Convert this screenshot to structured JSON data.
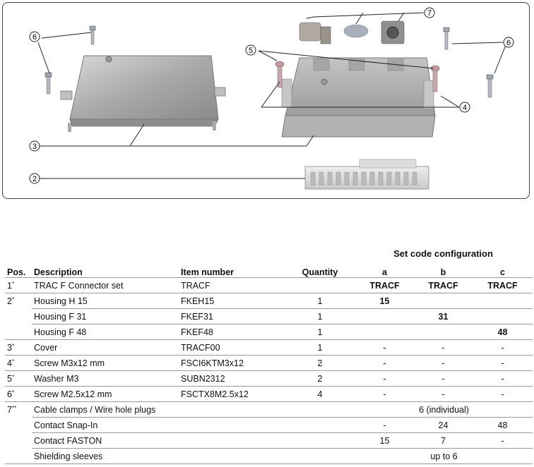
{
  "callouts": [
    "6",
    "5",
    "7",
    "6",
    "4",
    "3",
    "2"
  ],
  "set_header": "Set code configuration",
  "columns": [
    "Pos.",
    "Description",
    "Item number",
    "Quantity",
    "a",
    "b",
    "c"
  ],
  "rows": [
    {
      "pos": "1*",
      "desc": "TRAC F Connector set",
      "item": "TRACF",
      "qty": "",
      "a": "TRACF",
      "b": "TRACF",
      "c": "TRACF"
    },
    {
      "pos": "2*",
      "desc": "Housing H 15",
      "item": "FKEH15",
      "qty": "1",
      "a": "15",
      "b": "",
      "c": ""
    },
    {
      "pos": "",
      "desc": "Housing F 31",
      "item": "FKEF31",
      "qty": "1",
      "a": "",
      "b": "31",
      "c": ""
    },
    {
      "pos": "",
      "desc": "Housing F 48",
      "item": "FKEF48",
      "qty": "1",
      "a": "",
      "b": "",
      "c": "48"
    },
    {
      "pos": "3*",
      "desc": "Cover",
      "item": "TRACF00",
      "qty": "1",
      "a": "-",
      "b": "-",
      "c": "-"
    },
    {
      "pos": "4*",
      "desc": "Screw M3x12 mm",
      "item": "FSCI6KTM3x12",
      "qty": "2",
      "a": "-",
      "b": "-",
      "c": "-"
    },
    {
      "pos": "5*",
      "desc": "Washer M3",
      "item": "SUBN2312",
      "qty": "2",
      "a": "-",
      "b": "-",
      "c": "-"
    },
    {
      "pos": "6*",
      "desc": "Screw M2.5x12 mm",
      "item": "FSCTX8M2.5x12",
      "qty": "4",
      "a": "-",
      "b": "-",
      "c": "-"
    },
    {
      "pos": "7**",
      "desc": "Cable clamps / Wire hole plugs",
      "item": "",
      "qty": "",
      "span": "6 (individual)"
    },
    {
      "pos": "",
      "desc": "Contact Snap-In",
      "item": "",
      "qty": "",
      "a": "-",
      "b": "24",
      "c": "48"
    },
    {
      "pos": "",
      "desc": "Contact FASTON",
      "item": "",
      "qty": "",
      "a": "15",
      "b": "7",
      "c": "-"
    },
    {
      "pos": "",
      "desc": "Shielding sleeves",
      "item": "",
      "qty": "",
      "span": "up to 6"
    }
  ]
}
